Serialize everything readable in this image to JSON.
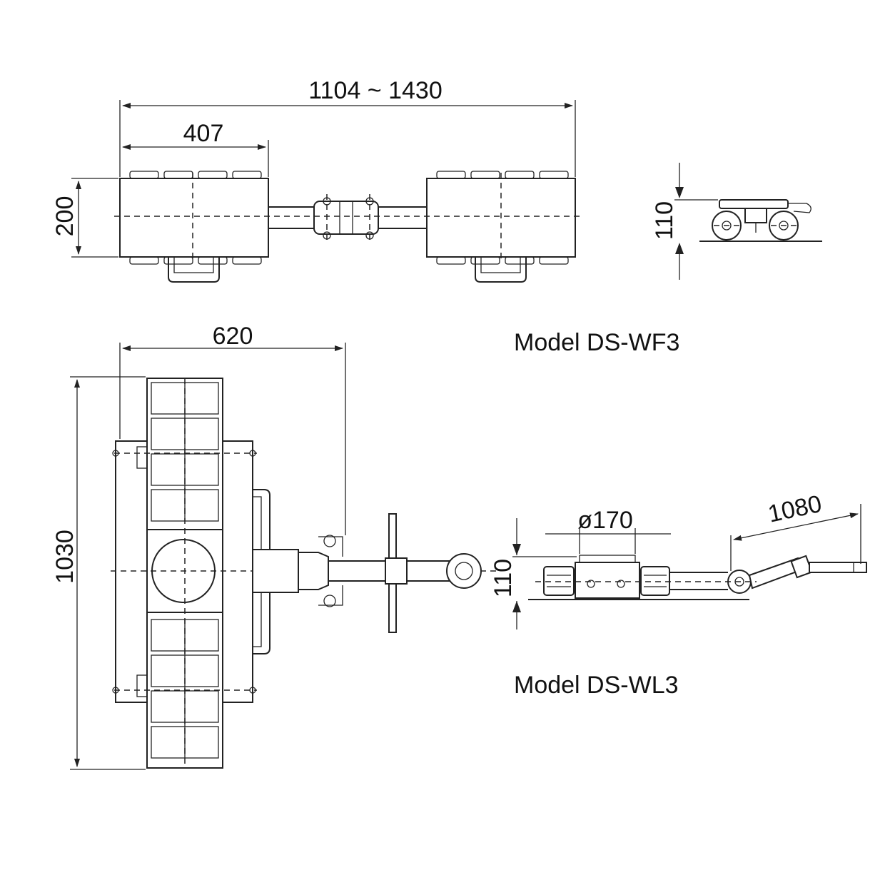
{
  "dimensions": {
    "top_length": "1104 ~ 1430",
    "top_width": "407",
    "top_height_left": "200",
    "side_height_top": "110",
    "bottom_width": "620",
    "bottom_height": "1030",
    "side_height_bottom": "110",
    "diameter": "ø170",
    "handle_length": "1080"
  },
  "labels": {
    "model_top": "Model DS-WF3",
    "model_bottom": "Model DS-WL3"
  }
}
